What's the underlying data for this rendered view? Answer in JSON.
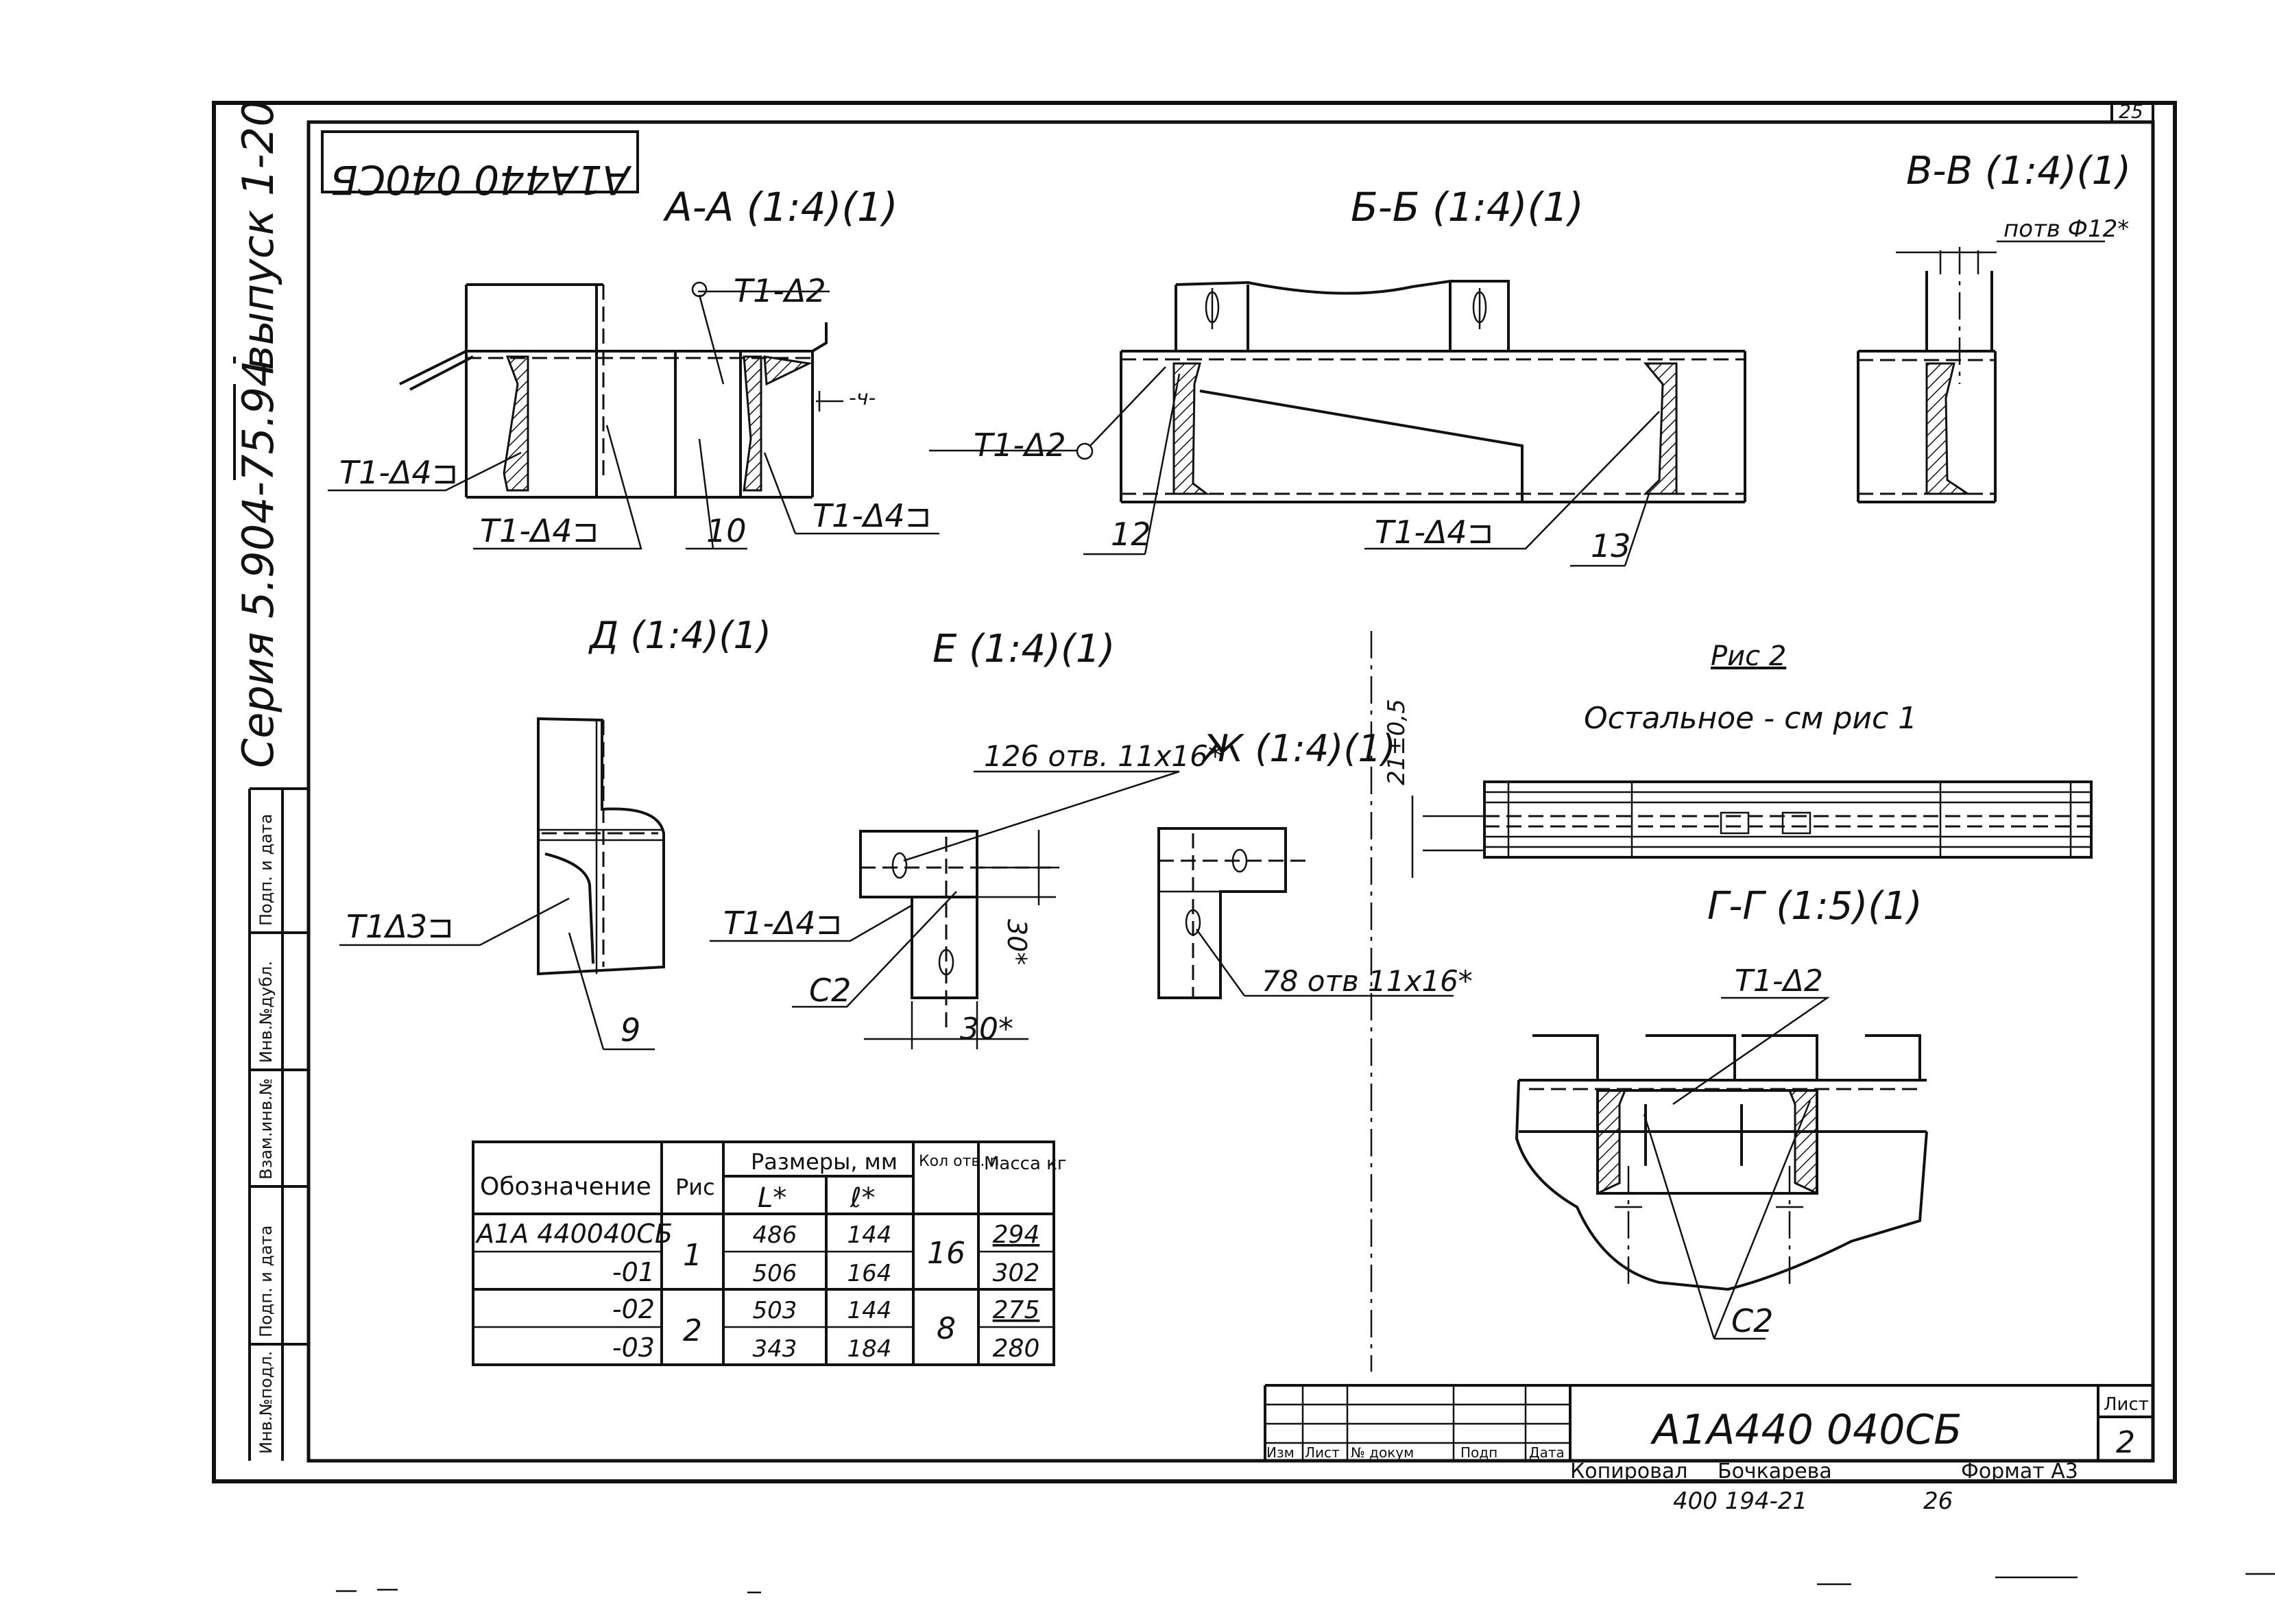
{
  "sheet": {
    "page_no": "25",
    "stamp_mirrored": "А1А440 040СБ",
    "series_vertical": "Серия 5.904-75.94",
    "issue_vertical": "выпуск 1-20",
    "left_column": [
      "Инв.№подл.",
      "Подп. и дата",
      "Взам.инв.№",
      "Инв.№дубл.",
      "Подп. и дата"
    ]
  },
  "views": {
    "aa_title": "А-А (1:4)(1)",
    "bb_title": "Б-Б (1:4)(1)",
    "vv_title": "В-В (1:4)(1)",
    "d_title": "Д (1:4)(1)",
    "e_title": "Е (1:4)(1)",
    "zh_title": "Ж (1:4)(1)",
    "gg_title": "Г-Г (1:5)(1)",
    "fig2_title": "Рис 2",
    "fig2_note": "Остальное - см рис 1"
  },
  "callouts": {
    "t1_d2_a": "Т1-Δ2",
    "t1_d4_left": "Т1-Δ4⊐",
    "t1_d4_bottom": "Т1-Δ4⊐",
    "t1_d4_right": "Т1-Δ4⊐",
    "pos_10": "10",
    "t1_d2_b": "Т1-Δ2",
    "pos_12": "12",
    "t1_d4_b": "Т1-Δ4⊐",
    "pos_13": "13",
    "hole_v": "потв Ф12*",
    "t1_d3": "Т1Δ3⊐",
    "pos_9": "9",
    "holes_e": "126 отв. 11х16*",
    "t1_d4_e": "Т1-Δ4⊐",
    "c2_e": "С2",
    "dim_30_h": "30*",
    "dim_30_v": "30*",
    "holes_zh": "78 отв 11х16*",
    "dim_21": "21±0,5",
    "t1_d2_g": "Т1-Δ2",
    "c2_g": "С2"
  },
  "table": {
    "col_designation": "Обозначение",
    "col_fig": "Рис",
    "col_sizes": "Размеры, мм",
    "col_L": "L*",
    "col_l": "ℓ*",
    "col_holes": "Кол отв. n",
    "col_mass": "Масса кг",
    "rows": [
      {
        "designation": "А1А 440040СБ",
        "fig": "1",
        "L": "486",
        "l": "144",
        "holes": "16",
        "mass": "294"
      },
      {
        "designation": "-01",
        "fig": "",
        "L": "506",
        "l": "164",
        "holes": "",
        "mass": "302"
      },
      {
        "designation": "-02",
        "fig": "2",
        "L": "503",
        "l": "144",
        "holes": "8",
        "mass": "275"
      },
      {
        "designation": "-03",
        "fig": "",
        "L": "343",
        "l": "184",
        "holes": "",
        "mass": "280"
      }
    ]
  },
  "title_block": {
    "designation": "А1А440 040СБ",
    "sheet_label": "Лист",
    "sheet_no": "2",
    "headers": [
      "Изм",
      "Лист",
      "№ докум",
      "Подп",
      "Дата"
    ],
    "copied": "Копировал",
    "copier": "Бочкарева",
    "format": "Формат А3",
    "order": "400 194-21",
    "order_page": "26"
  }
}
